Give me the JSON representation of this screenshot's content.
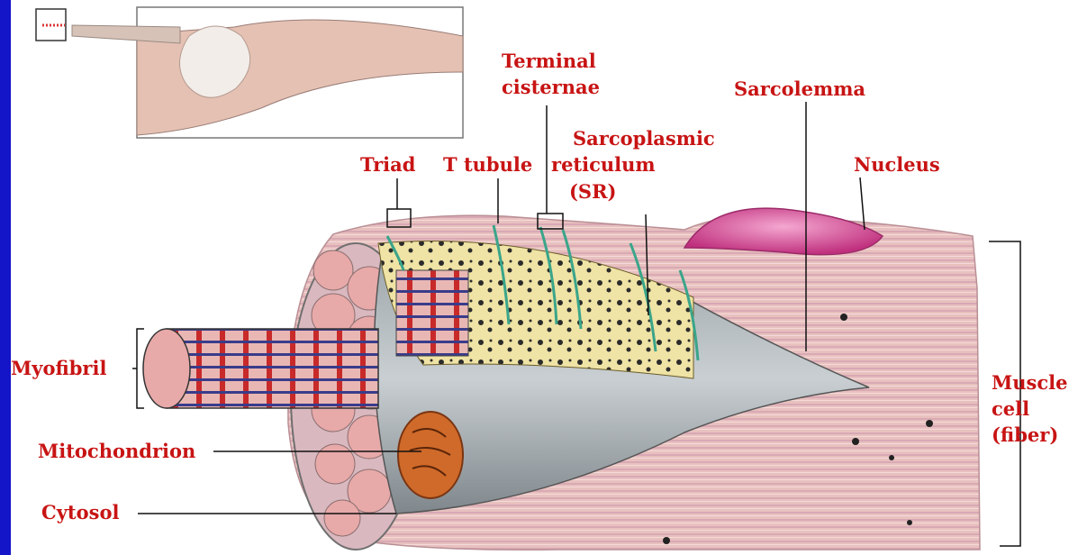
{
  "labels": {
    "terminal_cisternae_1": "Terminal",
    "terminal_cisternae_2": "cisternae",
    "sarcolemma": "Sarcolemma",
    "triad": "Triad",
    "t_tubule": "T tubule",
    "sr_1": "Sarcoplasmic",
    "sr_2": "reticulum",
    "sr_3": "(SR)",
    "nucleus": "Nucleus",
    "myofibril": "Myofibril",
    "mitochondrion": "Mitochondrion",
    "cytosol": "Cytosol",
    "muscle_1": "Muscle",
    "muscle_2": "cell",
    "muscle_3": "(fiber)"
  },
  "colors": {
    "label": "#c81414",
    "side_bar": "#1414c8",
    "leader_line": "#111111",
    "fiber_pink": "#e9c2c2",
    "nucleus": "#d9509a",
    "mitochondrion": "#d2691e",
    "sr_yellow": "#e8d68a",
    "t_tubule_green": "#3aa58a"
  }
}
